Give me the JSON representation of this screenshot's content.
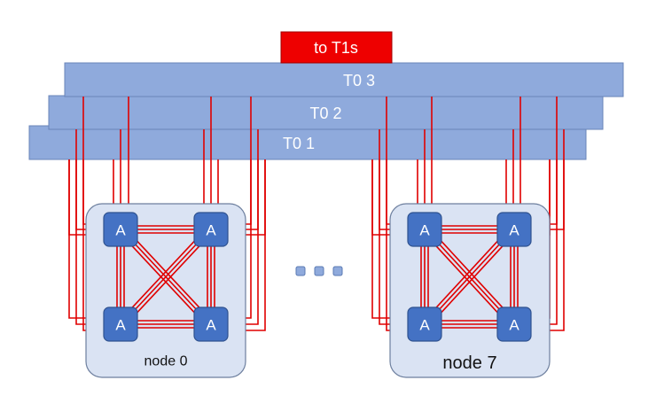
{
  "uplink": {
    "label": "to T1s"
  },
  "tiers": [
    {
      "label": "T0 3"
    },
    {
      "label": "T0 2"
    },
    {
      "label": "T0 1"
    }
  ],
  "nodes": [
    {
      "label": "node 0",
      "switch_label": "A"
    },
    {
      "label": "node 7",
      "switch_label": "A"
    }
  ],
  "ellipsis": {
    "count": 3
  },
  "colors": {
    "tier_bar": "#8faadc",
    "uplink": "#ee0000",
    "link": "#e00000",
    "node_box": "#dae3f3",
    "switch": "#4472c4"
  }
}
